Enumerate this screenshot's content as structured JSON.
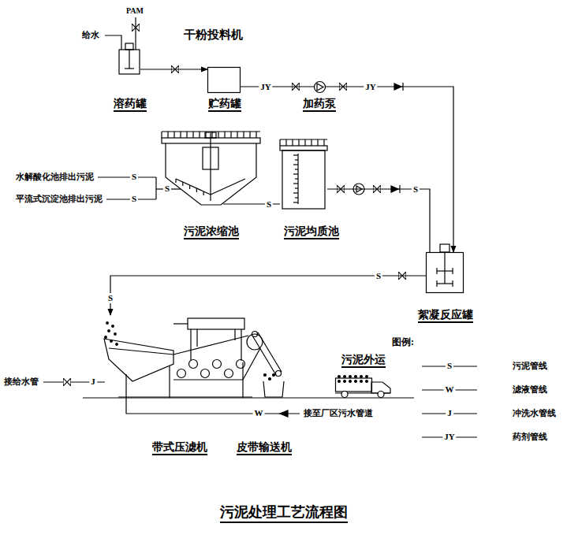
{
  "diagram": {
    "caption": "污泥处理工艺流程图",
    "nodes": [
      {
        "text": [
          "溶药罐"
        ]
      },
      {
        "text": [
          "贮药罐"
        ]
      },
      {
        "text": [
          "加药泵"
        ]
      },
      {
        "text": [
          "污泥浓缩池"
        ]
      },
      {
        "text": [
          "污泥均质池"
        ]
      },
      {
        "text": [
          "絮凝反应罐"
        ]
      },
      {
        "text": [
          "带式压滤机"
        ]
      },
      {
        "text": [
          "皮带输送机"
        ]
      },
      {
        "text": [
          "污泥外运"
        ]
      }
    ],
    "edges": [
      {
        "from": 0,
        "to": 1,
        "arrow": "to"
      },
      {
        "from": 1,
        "to": 2,
        "label": "JY",
        "arrow": "none"
      },
      {
        "from": 2,
        "to": 5,
        "label": "JY",
        "arrow": "to"
      },
      {
        "from": 3,
        "to": 4,
        "label": "S",
        "arrow": "none"
      },
      {
        "from": 4,
        "to": 5,
        "label": "S",
        "arrow": "none"
      },
      {
        "from": 5,
        "to": 6,
        "label": "S",
        "arrow": "to"
      }
    ],
    "labels": [
      "PAM",
      "给水",
      "干粉投料机",
      "水解酸化池排出污泥",
      "S",
      "平流式沉淀池排出污泥",
      "S",
      "S",
      "S",
      "接给水管",
      "J",
      "W",
      "接至厂区污水管道",
      "图例:",
      "S",
      "W",
      "J",
      "JY"
    ],
    "legend": [
      {
        "text": "污泥管线"
      },
      {
        "text": "滤液管线"
      },
      {
        "text": "冲洗水管线"
      },
      {
        "text": "药剂管线"
      }
    ]
  }
}
